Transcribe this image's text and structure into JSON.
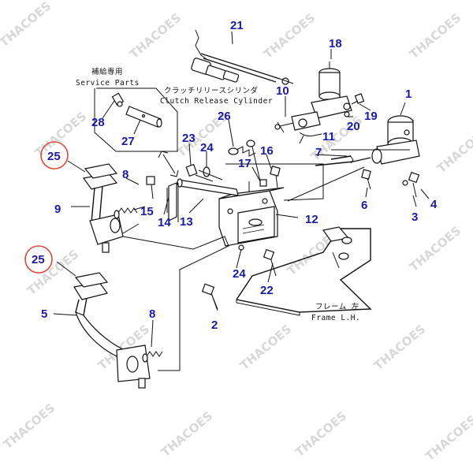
{
  "callouts": [
    "21",
    "18",
    "1",
    "10",
    "19",
    "20",
    "11",
    "26",
    "23",
    "24",
    "16",
    "7",
    "17",
    "25",
    "8",
    "9",
    "15",
    "14",
    "13",
    "12",
    "6",
    "3",
    "4",
    "25",
    "5",
    "24",
    "22",
    "8",
    "2",
    "28",
    "27"
  ],
  "labels": {
    "service_parts_jp": "補給専用",
    "service_parts_en": "Service Parts",
    "clutch_jp": "クラッチリリースシリンダ",
    "clutch_en": "Clutch Release Cylinder",
    "frame_jp": "フレーム 左",
    "frame_en": "Frame L.H."
  },
  "watermark": "THACOES",
  "colors": {
    "callout": "#1a1aa8",
    "highlight": "#e0493a",
    "line": "#111111"
  }
}
